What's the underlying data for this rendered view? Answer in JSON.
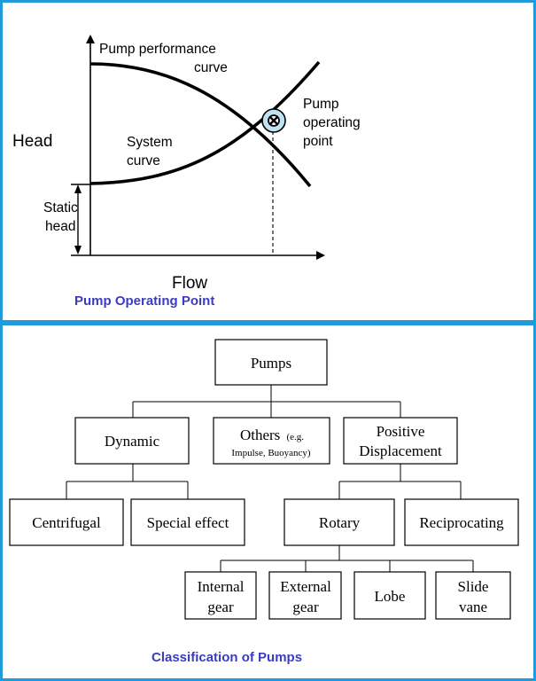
{
  "colors": {
    "panel_border": "#1f9bdc",
    "caption": "#3b3bc4",
    "operating_point_fill": "#bfe3f3"
  },
  "operating_point": {
    "title": "Pump Operating Point",
    "labels": {
      "pump_curve_line1": "Pump performance",
      "pump_curve_line2": "curve",
      "system_curve_line1": "System",
      "system_curve_line2": "curve",
      "operating_point_line1": "Pump",
      "operating_point_line2": "operating",
      "operating_point_line3": "point",
      "y_axis": "Head",
      "x_axis": "Flow",
      "static_head_line1": "Static",
      "static_head_line2": "head"
    },
    "operating_point_icon": "circled-x-icon"
  },
  "classification": {
    "title": "Classification of Pumps",
    "root": "Pumps",
    "dynamic": "Dynamic",
    "others_main": "Others",
    "others_note1": "(e.g.",
    "others_note2": "Impulse, Buoyancy)",
    "positive_line1": "Positive",
    "positive_line2": "Displacement",
    "centrifugal": "Centrifugal",
    "special_effect": "Special effect",
    "rotary": "Rotary",
    "reciprocating": "Reciprocating",
    "internal_line1": "Internal",
    "internal_line2": "gear",
    "external_line1": "External",
    "external_line2": "gear",
    "lobe": "Lobe",
    "slide_line1": "Slide",
    "slide_line2": "vane"
  }
}
